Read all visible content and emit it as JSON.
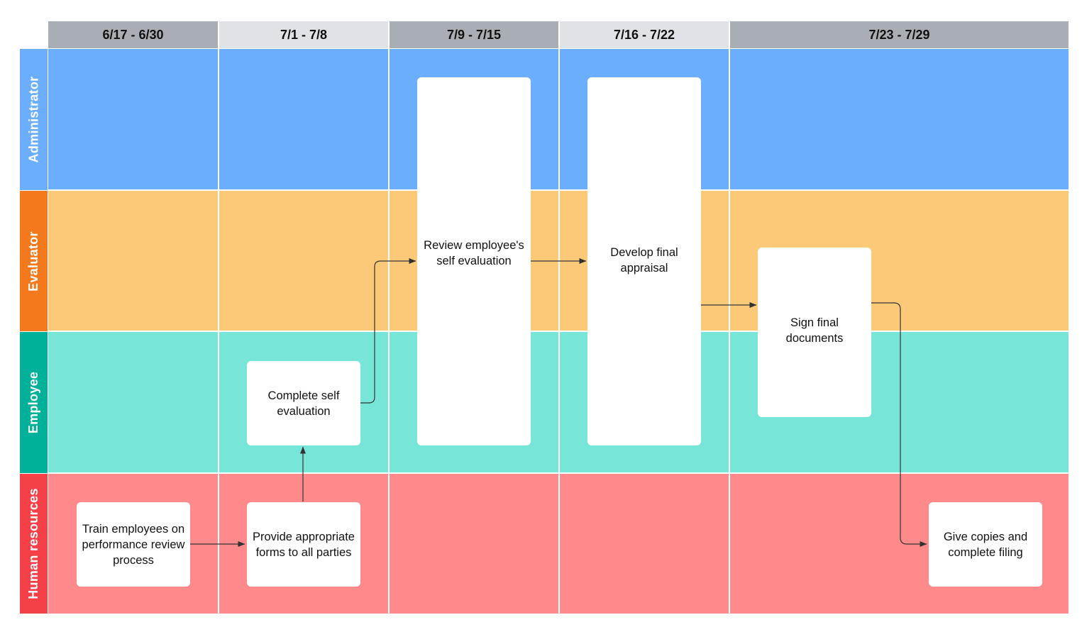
{
  "columns": [
    {
      "label": "6/17 - 6/30"
    },
    {
      "label": "7/1 - 7/8"
    },
    {
      "label": "7/9 - 7/15"
    },
    {
      "label": "7/16 - 7/22"
    },
    {
      "label": "7/23 - 7/29"
    }
  ],
  "lanes": [
    {
      "label": "Administrator",
      "label_color": "#6aaefd",
      "fill": "#6aaefd"
    },
    {
      "label": "Evaluator",
      "label_color": "#f4791c",
      "fill": "#fcc978"
    },
    {
      "label": "Employee",
      "label_color": "#00b199",
      "fill": "#78e5d9"
    },
    {
      "label": "Human resources",
      "label_color": "#f54048",
      "fill": "#fe8a8b"
    }
  ],
  "tasks": {
    "train": "Train employees on performance review process",
    "provide_forms": "Provide appropriate forms to all parties",
    "complete_self_eval": "Complete self evaluation",
    "review_self_eval": "Review employee's self evaluation",
    "develop_appraisal": "Develop final appraisal",
    "sign_documents": "Sign final documents",
    "give_copies": "Give copies and complete filing"
  },
  "colors": {
    "header_dark": "#a9adb4",
    "header_light": "#dfe2e6",
    "connector": "#333333"
  }
}
